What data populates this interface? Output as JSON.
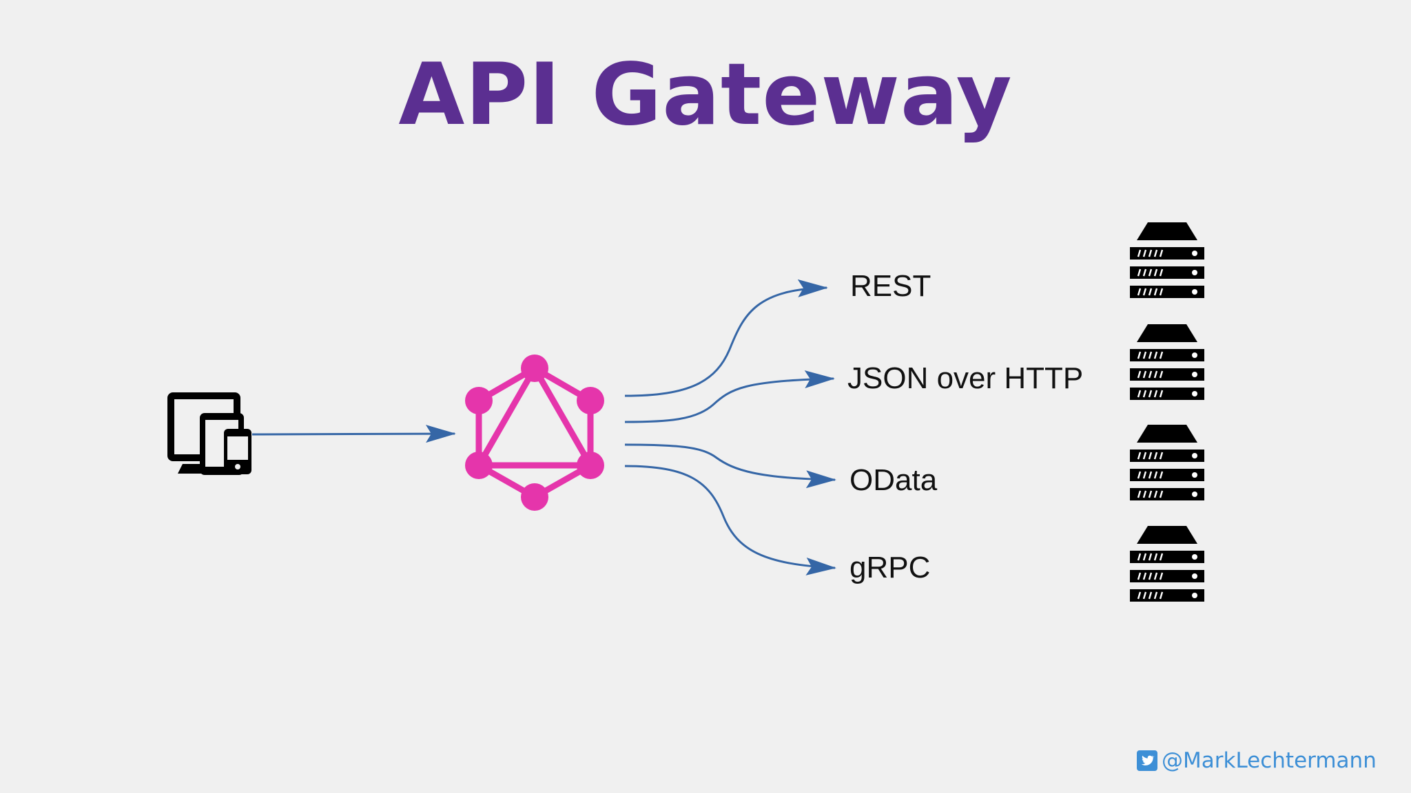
{
  "title": "API Gateway",
  "labels": {
    "rest": "REST",
    "json": "JSON over HTTP",
    "odata": "OData",
    "grpc": "gRPC"
  },
  "twitter_handle": "@MarkLechtermann",
  "icons": {
    "client": "client-devices-icon",
    "gateway": "graphql-icon",
    "server": "server-rack-icon",
    "twitter": "twitter-icon"
  },
  "colors": {
    "background": "#f0f0f0",
    "title": "#5b2f91",
    "gateway": "#e535ab",
    "arrow": "#3566a6",
    "twitter": "#3d8fd6"
  }
}
